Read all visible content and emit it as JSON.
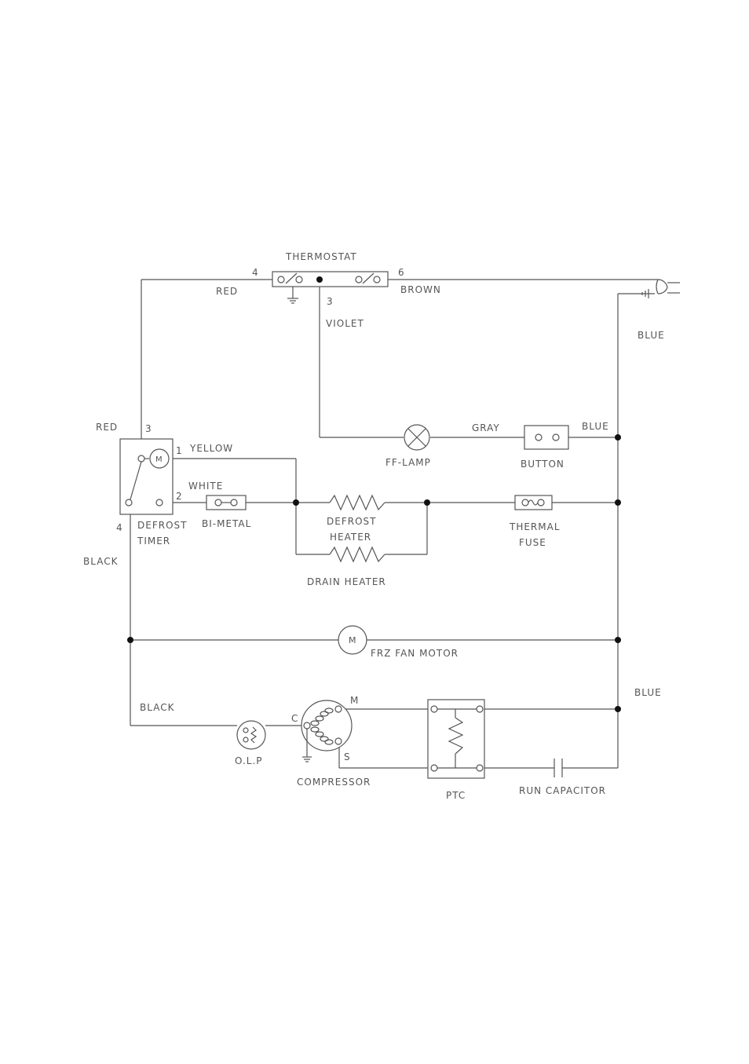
{
  "colors": {
    "wire": "#555555",
    "background": "#ffffff",
    "node": "#111111"
  },
  "labels": {
    "thermostat": "THERMOSTAT",
    "term_4": "4",
    "term_6": "6",
    "term_3_thermostat": "3",
    "red_top": "RED",
    "brown": "BROWN",
    "violet": "VIOLET",
    "blue_top": "BLUE",
    "red_left": "RED",
    "term_3_timer": "3",
    "term_1": "1",
    "yellow": "YELLOW",
    "white": "WHITE",
    "term_2": "2",
    "term_4_timer": "4",
    "defrost_timer_1": "DEFROST",
    "defrost_timer_2": "TIMER",
    "motor_m": "M",
    "black_left": "BLACK",
    "bimetal": "BI-METAL",
    "defrost_heater_1": "DEFROST",
    "defrost_heater_2": "HEATER",
    "drain_heater": "DRAIN HEATER",
    "gray": "GRAY",
    "blue_mid": "BLUE",
    "ff_lamp": "FF-LAMP",
    "button": "BUTTON",
    "thermal_fuse_1": "THERMAL",
    "thermal_fuse_2": "FUSE",
    "fan_m": "M",
    "frz_fan_motor": "FRZ FAN MOTOR",
    "blue_bottom": "BLUE",
    "black_bottom": "BLACK",
    "olp": "O.L.P",
    "comp_c": "C",
    "comp_m": "M",
    "comp_s": "S",
    "compressor": "COMPRESSOR",
    "ptc": "PTC",
    "run_capacitor": "RUN CAPACITOR"
  }
}
